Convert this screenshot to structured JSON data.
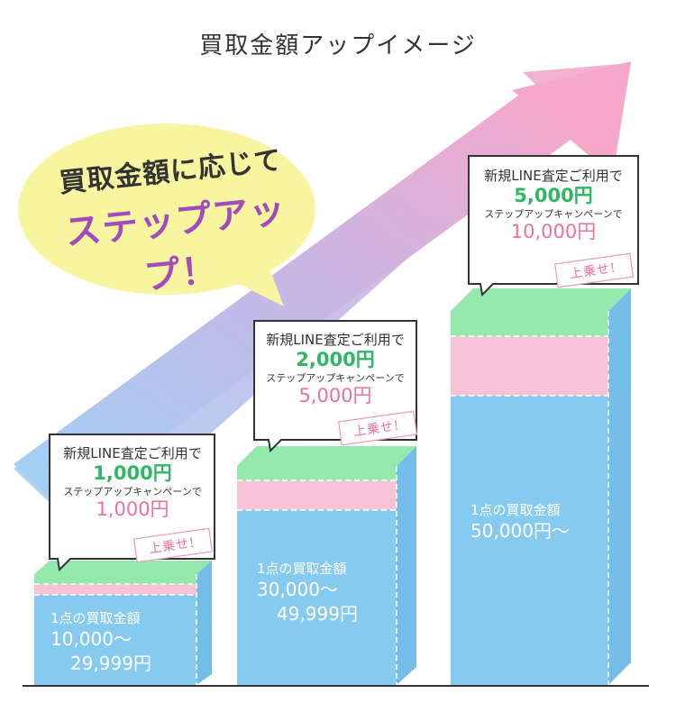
{
  "title": "買取金額アップイメージ",
  "bubble": {
    "line1": "買取金額に応じて",
    "line2": "ステップアップ！"
  },
  "steps": [
    {
      "callout": {
        "line1": "新規LINE査定ご利用で",
        "amount1": "1,000円",
        "line2": "ステップアップキャンペーンで",
        "amount2": "1,000円"
      },
      "tag": "上乗せ!",
      "box": {
        "label": "1点の買取金額",
        "range_from": "10,000〜",
        "range_to": "29,999円"
      }
    },
    {
      "callout": {
        "line1": "新規LINE査定ご利用で",
        "amount1": "2,000円",
        "line2": "ステップアップキャンペーンで",
        "amount2": "5,000円"
      },
      "tag": "上乗せ!",
      "box": {
        "label": "1点の買取金額",
        "range_from": "30,000〜",
        "range_to": "49,999円"
      }
    },
    {
      "callout": {
        "line1": "新規LINE査定ご利用で",
        "amount1": "5,000円",
        "line2": "ステップアップキャンペーンで",
        "amount2": "10,000円"
      },
      "tag": "上乗せ!",
      "box": {
        "label": "1点の買取金額",
        "range_from": "50,000円〜",
        "range_to": ""
      }
    }
  ],
  "colors": {
    "blue_box": "#86cbef",
    "blue_box_side": "#74bde6",
    "green_layer": "#95e9ad",
    "pink_layer": "#f7c3d7",
    "green_text": "#2fb764",
    "pink_text": "#ef6f9f",
    "purple_text": "#a24bbd",
    "bubble_fill": "#f7f59f"
  }
}
